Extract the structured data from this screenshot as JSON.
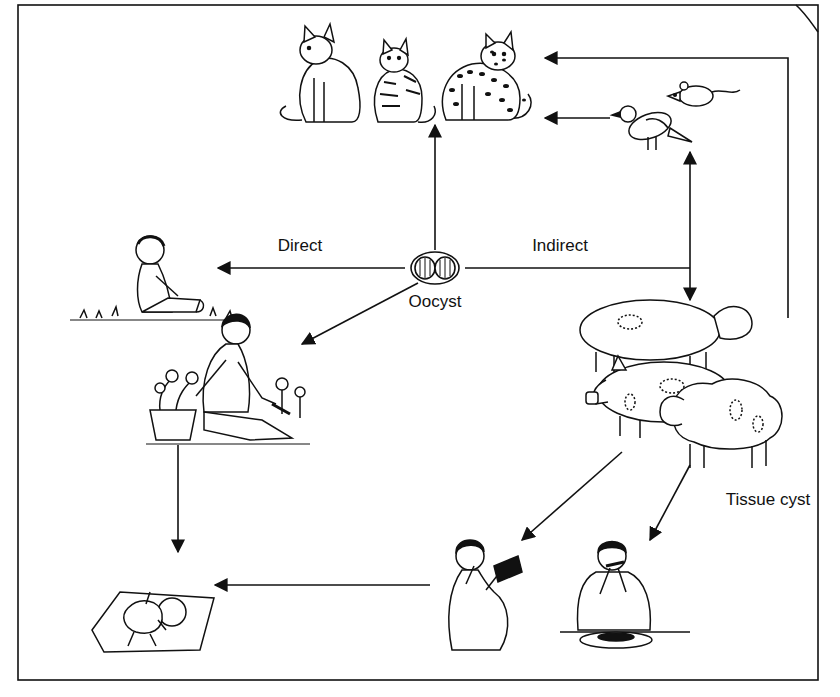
{
  "diagram": {
    "labels": [
      "Direct",
      "Indirect",
      "Oocyst",
      "Tissue cyst"
    ]
  }
}
